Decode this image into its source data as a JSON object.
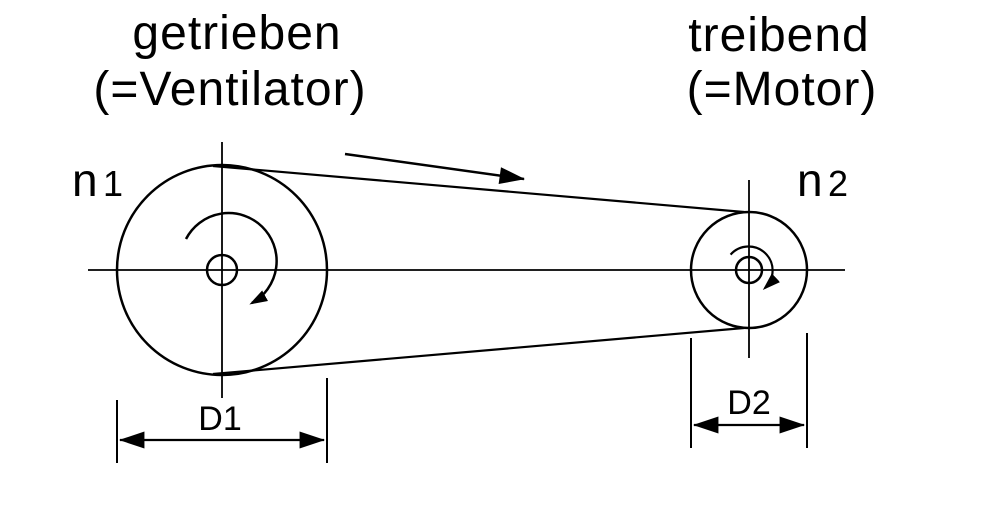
{
  "diagram": {
    "left_pulley": {
      "role_line1": "getrieben",
      "role_line2": "(=Ventilator)",
      "speed_symbol": "n",
      "speed_index": "1",
      "diameter_label": "D1"
    },
    "right_pulley": {
      "role_line1": "treibend",
      "role_line2": "(=Motor)",
      "speed_symbol": "n",
      "speed_index": "2",
      "diameter_label": "D2"
    },
    "colors": {
      "line": "#000000",
      "background": "#ffffff"
    }
  }
}
